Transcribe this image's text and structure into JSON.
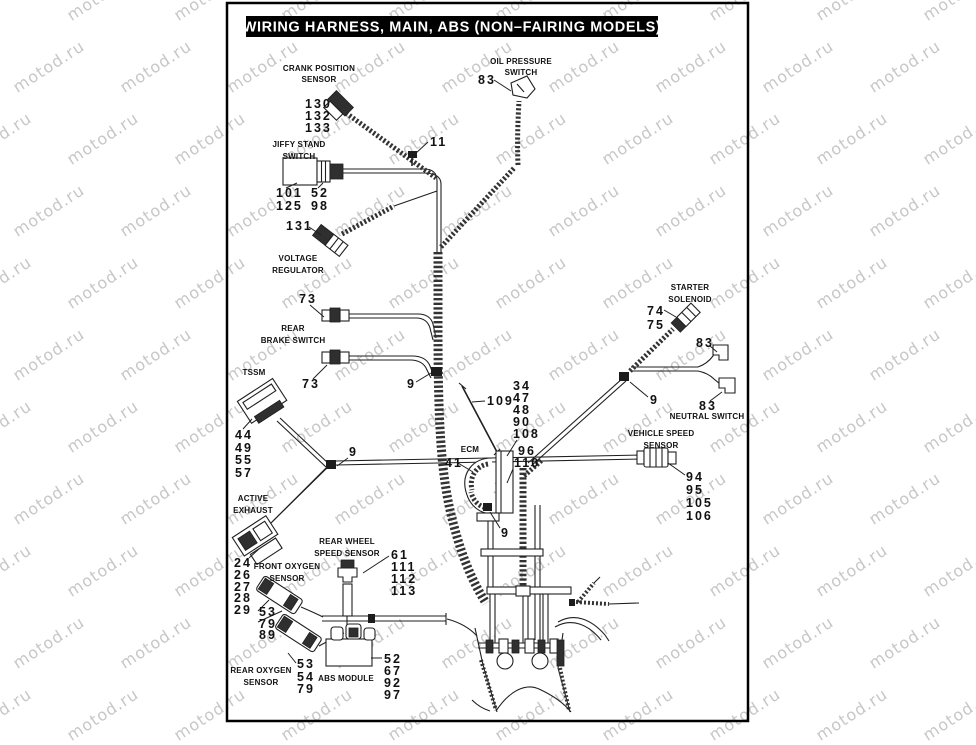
{
  "watermark": {
    "text": "motod.ru",
    "color": "#c7c7c7"
  },
  "title": {
    "text": "WIRING HARNESS, MAIN, ABS (NON–FAIRING MODELS)",
    "bg": "#000000",
    "fg": "#ffffff"
  },
  "labels": {
    "crank_1": "CRANK POSITION",
    "crank_2": "SENSOR",
    "oil_1": "OIL PRESSURE",
    "oil_2": "SWITCH",
    "jiffy_1": "JIFFY STAND",
    "jiffy_2": "SWITCH",
    "voltage_1": "VOLTAGE",
    "voltage_2": "REGULATOR",
    "brake_1": "REAR",
    "brake_2": "BRAKE SWITCH",
    "tssm": "TSSM",
    "starter_1": "STARTER",
    "starter_2": "SOLENOID",
    "neutral": "NEUTRAL SWITCH",
    "vss_1": "VEHICLE SPEED",
    "vss_2": "SENSOR",
    "ecm": "ECM",
    "active_1": "ACTIVE",
    "active_2": "EXHAUST",
    "front_o2_1": "FRONT OXYGEN",
    "front_o2_2": "SENSOR",
    "rear_wheel_1": "REAR WHEEL",
    "rear_wheel_2": "SPEED SENSOR",
    "rear_o2_1": "REAR OXYGEN",
    "rear_o2_2": "SENSOR",
    "abs": "ABS MODULE"
  },
  "parts": {
    "crank": [
      "130",
      "132",
      "133"
    ],
    "clip_top": "11",
    "oil": "83",
    "jiffy_a": [
      "101",
      "125"
    ],
    "jiffy_b": [
      "52",
      "98"
    ],
    "voltage": "131",
    "brake_top": "73",
    "brake_bottom": "73",
    "clip_mid": "9",
    "starter": [
      "74",
      "75"
    ],
    "starter_83": "83",
    "clip_right": "9",
    "neutral_83": "83",
    "antenna": "109",
    "ecm_stack": [
      "34",
      "47",
      "48",
      "90",
      "108"
    ],
    "ecm_conn": [
      "96",
      "110"
    ],
    "ecm_num": "41",
    "clip_ecm": "9",
    "tssm": [
      "44",
      "49",
      "55",
      "57"
    ],
    "clip_tssm": "9",
    "vss": [
      "94",
      "95",
      "105",
      "106"
    ],
    "active": [
      "24",
      "26",
      "27",
      "28",
      "29"
    ],
    "front_o2": [
      "53",
      "79",
      "89"
    ],
    "rear_wheel": [
      "61",
      "111",
      "112",
      "113"
    ],
    "rear_o2": [
      "53",
      "54",
      "79"
    ],
    "abs": [
      "52",
      "67",
      "92",
      "97"
    ]
  }
}
